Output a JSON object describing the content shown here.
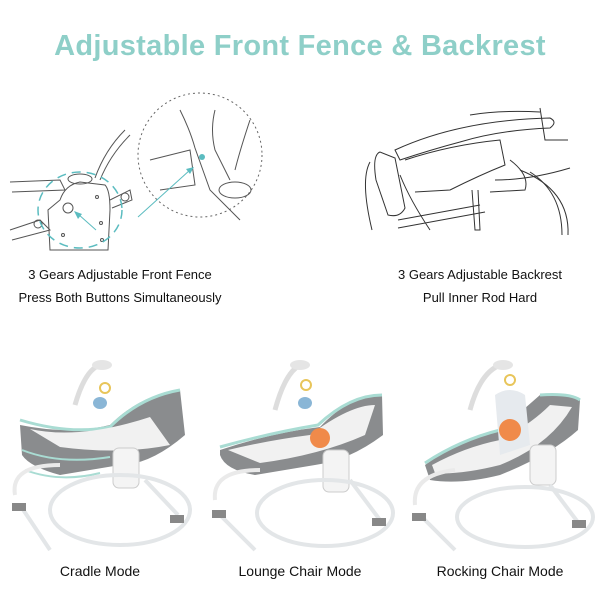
{
  "title": "Adjustable Front Fence & Backrest",
  "colors": {
    "accent": "#8ecfc8",
    "highlight": "#5bbcc0",
    "fabric": "#8a8c8e",
    "trim": "#a9dcd3"
  },
  "diagrams": [
    {
      "name": "front-fence-diagram",
      "caption_line1": "3 Gears Adjustable Front Fence",
      "caption_line2": "Press Both Buttons Simultaneously"
    },
    {
      "name": "backrest-diagram",
      "caption_line1": "3 Gears Adjustable Backrest",
      "caption_line2": "Pull Inner Rod Hard"
    }
  ],
  "modes": [
    {
      "label": "Cradle Mode"
    },
    {
      "label": "Lounge Chair Mode"
    },
    {
      "label": "Rocking Chair Mode"
    }
  ]
}
